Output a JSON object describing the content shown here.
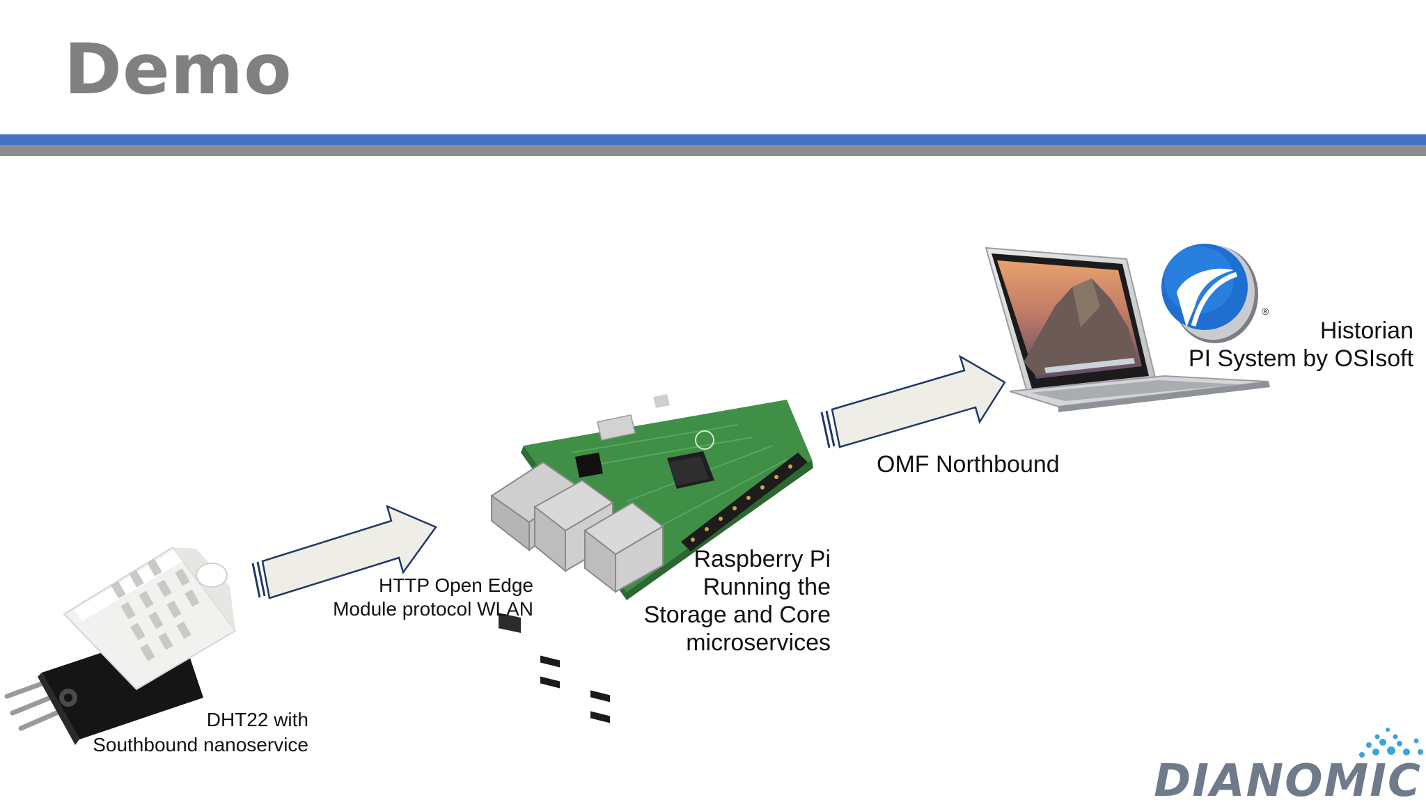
{
  "slide": {
    "title": "Demo"
  },
  "labels": {
    "sensor": [
      "DHT22 with",
      "Southbound nanoservice"
    ],
    "http": [
      "HTTP Open Edge",
      "Module protocol WLAN"
    ],
    "pi": [
      "Raspberry Pi",
      "Running the",
      "Storage and Core",
      "microservices"
    ],
    "omf": "OMF Northbound",
    "historian": [
      "Historian",
      "PI System by OSIsoft"
    ]
  },
  "brand": {
    "name": "DIANOMIC",
    "registered_mark": "®"
  },
  "colors": {
    "rule_blue": "#4472C4",
    "rule_gray": "#8C8C8C",
    "arrow_fill": "#EEEDE6",
    "arrow_stroke": "#1F3864",
    "title_gray": "#808080",
    "osisoft_blue": "#1F6FD0",
    "dianomic_gray": "#6F7B8A",
    "dianomic_blue": "#3AA3E0"
  },
  "icons": [
    "dht22-sensor-icon",
    "raspberry-pi-icon",
    "laptop-icon",
    "osisoft-logo-icon",
    "dianomic-logo-icon",
    "arrow-icon"
  ]
}
